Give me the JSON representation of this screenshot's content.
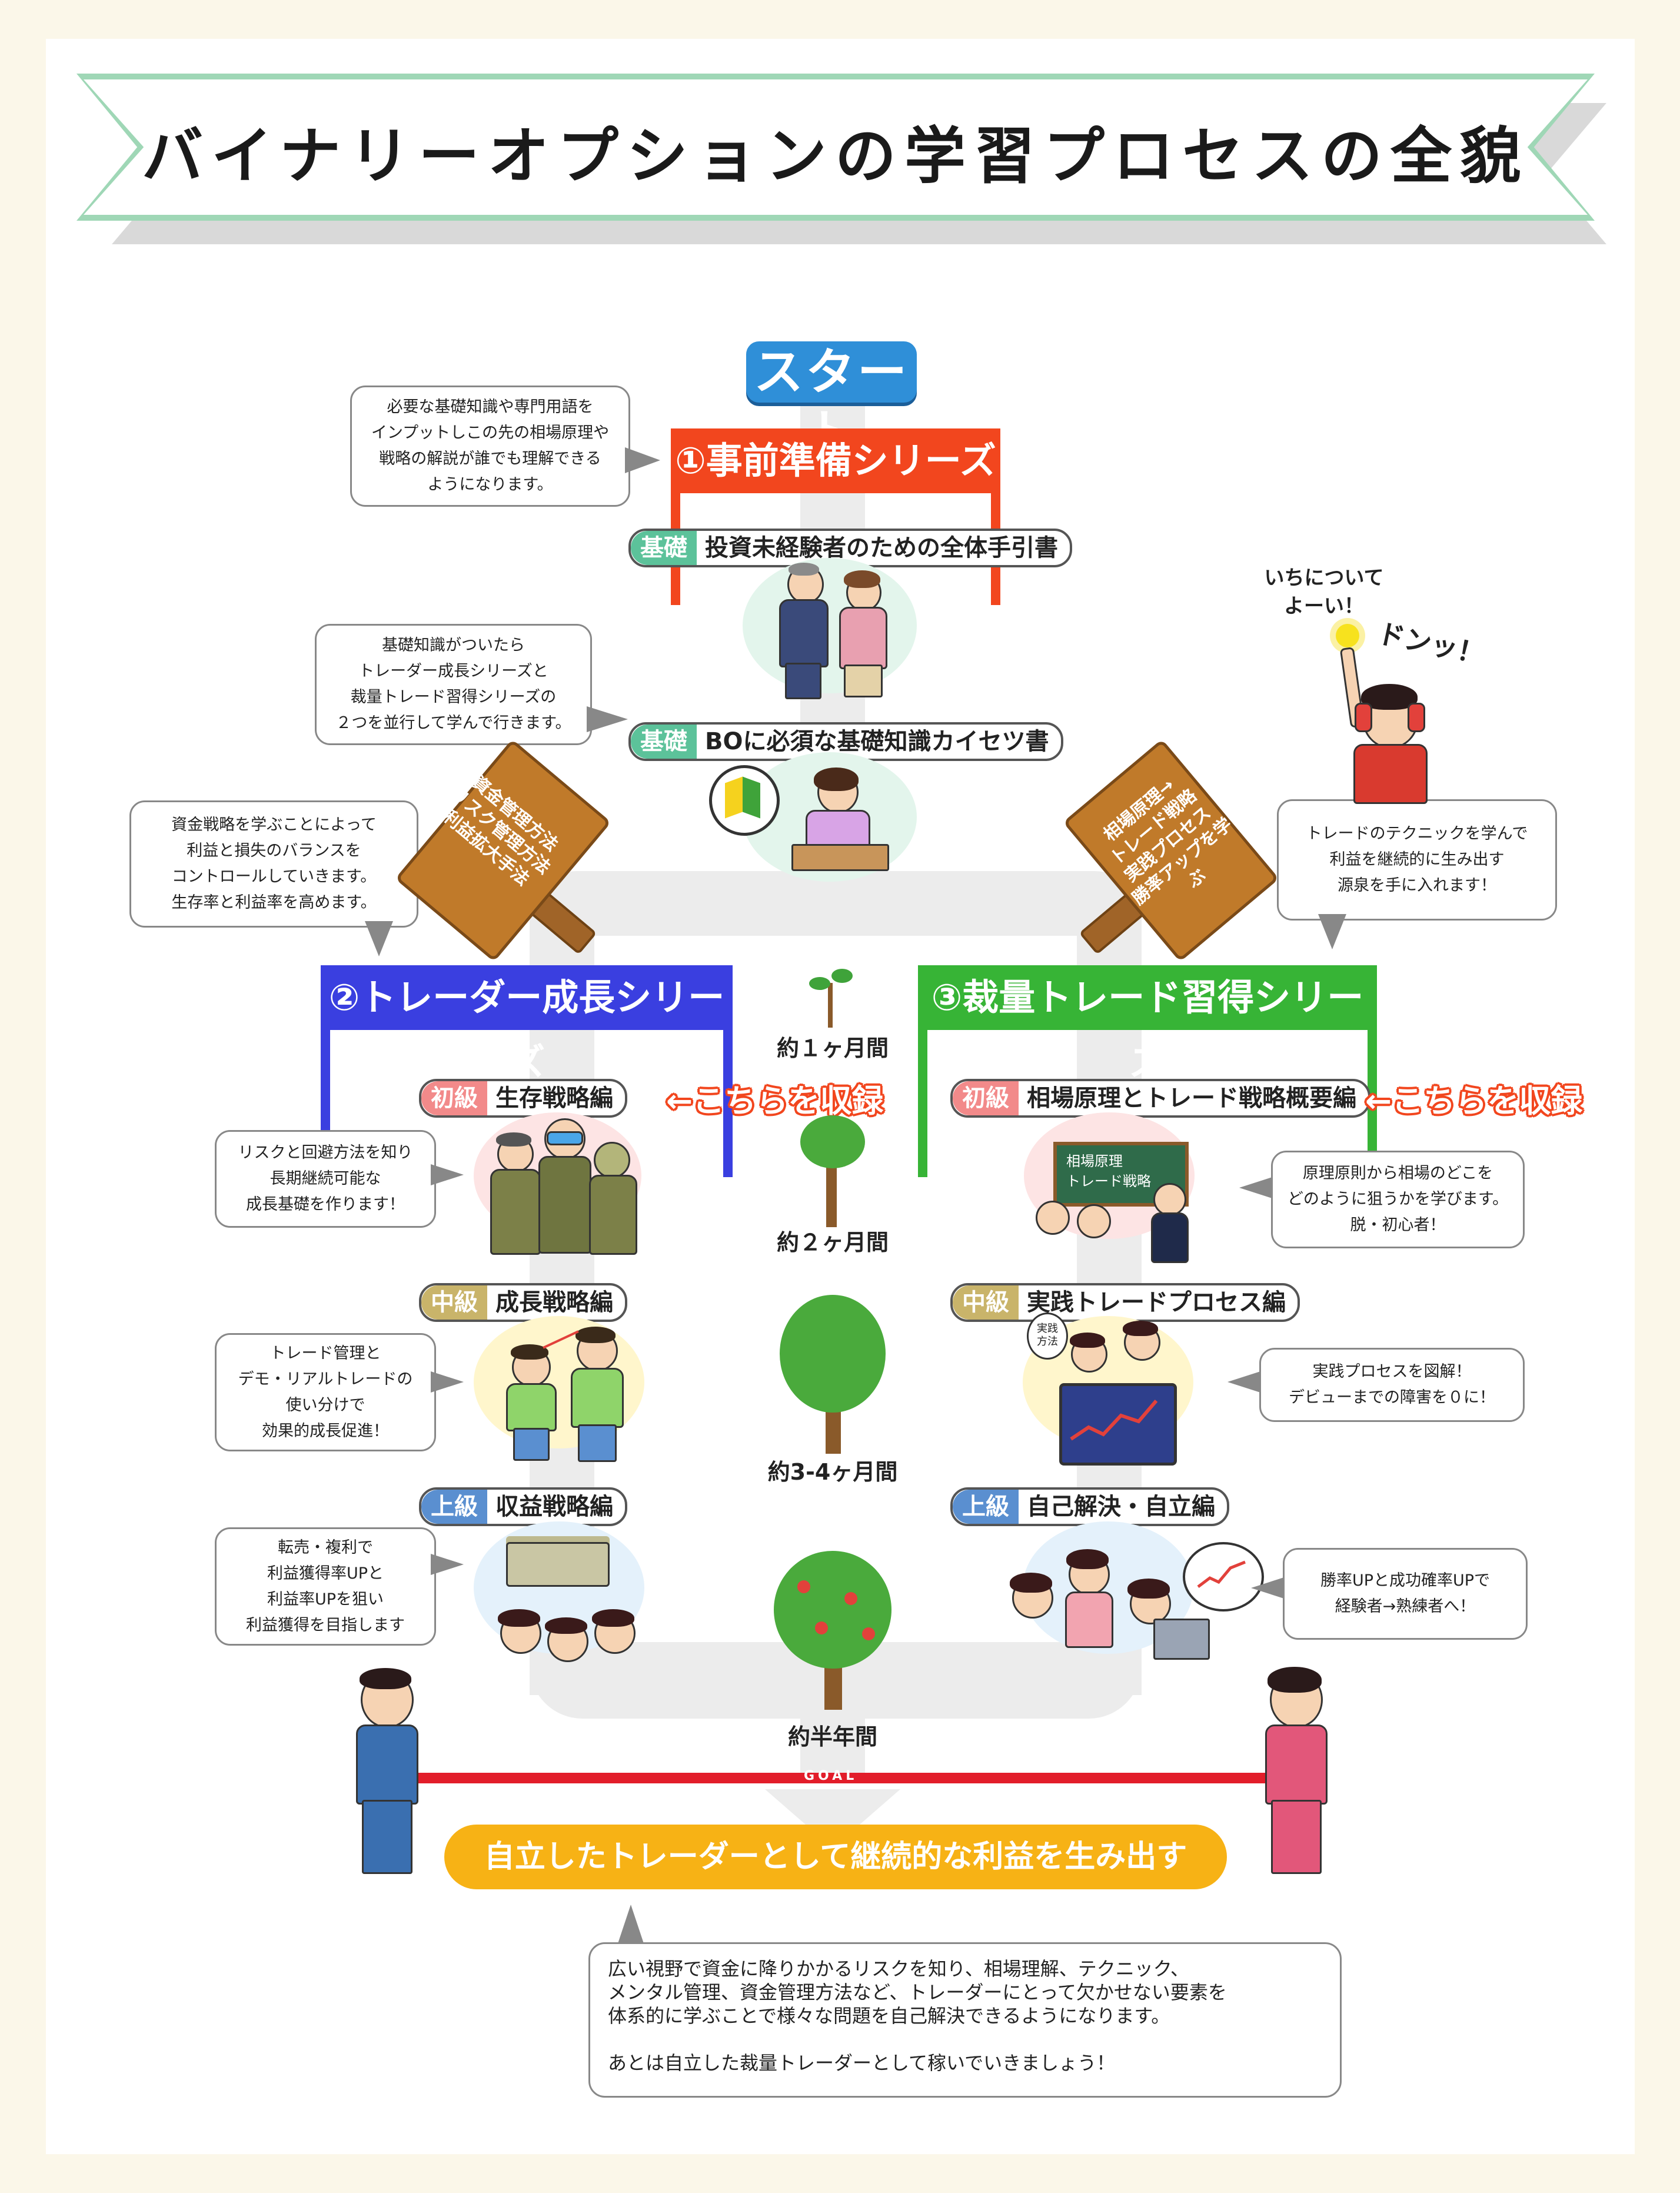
{
  "title": "バイナリーオプションの学習プロセスの全貌",
  "start_label": "スタート",
  "series": {
    "pre": "①事前準備シリーズ",
    "growth": "②トレーダー成長シリーズ",
    "discretion": "③裁量トレード習得シリーズ"
  },
  "pre_items": [
    {
      "tag": "基礎",
      "label": "投資未経験者のための全体手引書"
    },
    {
      "tag": "基礎",
      "label": "BOに必須な基礎知識カイセツ書"
    }
  ],
  "growth_items": [
    {
      "tag": "初級",
      "label": "生存戦略編"
    },
    {
      "tag": "中級",
      "label": "成長戦略編"
    },
    {
      "tag": "上級",
      "label": "収益戦略編"
    }
  ],
  "discretion_items": [
    {
      "tag": "初級",
      "label": "相場原理とトレード戦略概要編"
    },
    {
      "tag": "中級",
      "label": "実践トレードプロセス編"
    },
    {
      "tag": "上級",
      "label": "自己解決・自立編"
    }
  ],
  "recorded_label": "←こちらを収録",
  "bubbles": {
    "pre": [
      "必要な基礎知識や専門用語を",
      "インプットしこの先の相場原理や",
      "戦略の解説が誰でも理解できる",
      "ようになります。"
    ],
    "parallel": [
      "基礎知識がついたら",
      "トレーダー成長シリーズと",
      "裁量トレード習得シリーズの",
      "２つを並行して学んで行きます。"
    ],
    "money": [
      "資金戦略を学ぶことによって",
      "利益と損失のバランスを",
      "コントロールしていきます。",
      "生存率と利益率を高めます。"
    ],
    "technique": [
      "トレードのテクニックを学んで",
      "利益を継続的に生み出す",
      "源泉を手に入れます！"
    ],
    "survival": [
      "リスクと回避方法を知り",
      "長期継続可能な",
      "成長基礎を作ります！"
    ],
    "growth": [
      "トレード管理と",
      "デモ・リアルトレードの",
      "使い分けで",
      "効果的成長促進！"
    ],
    "profit": [
      "転売・複利で",
      "利益獲得率UPと",
      "利益率UPを狙い",
      "利益獲得を目指します"
    ],
    "principle": [
      "原理原則から相場のどこを",
      "どのように狙うかを学びます。",
      "脱・初心者！"
    ],
    "practice": [
      "実践プロセスを図解！",
      "デビューまでの障害を０に！"
    ],
    "independence": [
      "勝率UPと成功確率UPで",
      "経験者→熟練者へ！"
    ]
  },
  "signs": {
    "left": [
      "資金管理方法",
      "リスク管理方法",
      "利益拡大手法"
    ],
    "right": [
      "相場原理→",
      "トレード戦略",
      "実践プロセス",
      "勝率アップを学ぶ"
    ]
  },
  "starter": {
    "call": [
      "いちについて",
      "よーい！"
    ],
    "sound": "ドンッ！"
  },
  "durations": [
    "約１ヶ月間",
    "約２ヶ月間",
    "約3-4ヶ月間",
    "約半年間"
  ],
  "illus": {
    "board": [
      "相場原理",
      "トレード戦略"
    ],
    "card": [
      "実践",
      "方法"
    ]
  },
  "goal_word": "GOAL",
  "goal_banner": "自立したトレーダーとして継続的な利益を生み出す",
  "summary": [
    "広い視野で資金に降りかかるリスクを知り、相場理解、テクニック、",
    "メンタル管理、資金管理方法など、トレーダーにとって欠かせない要素を",
    "体系的に学ぶことで様々な問題を自己解決できるようになります。",
    "",
    "あとは自立した裁量トレーダーとして稼いでいきましょう！"
  ],
  "colors": {
    "red": "#f2461e",
    "blue": "#3a3fe0",
    "green": "#37b436",
    "start": "#2f8fd8",
    "goal": "#f7b215",
    "ribbon": "#9fd7b6"
  }
}
